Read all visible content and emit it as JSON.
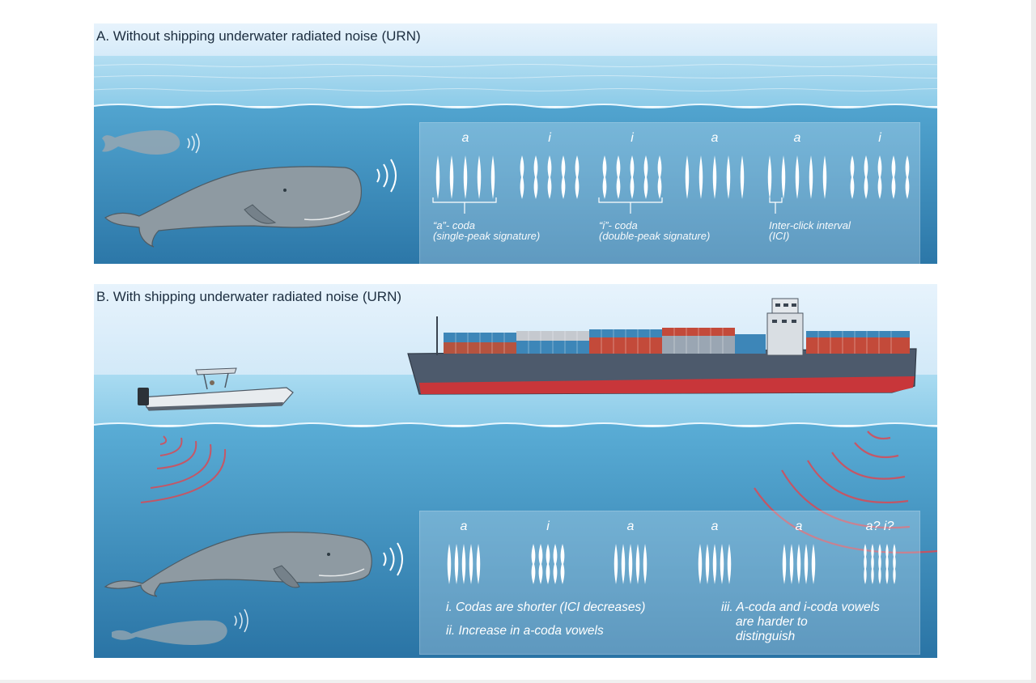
{
  "panel_a": {
    "title": "A. Without shipping underwater radiated noise (URN)",
    "codas": [
      {
        "vowel": "a",
        "type": "single"
      },
      {
        "vowel": "i",
        "type": "double"
      },
      {
        "vowel": "i",
        "type": "double"
      },
      {
        "vowel": "a",
        "type": "single"
      },
      {
        "vowel": "a",
        "type": "single"
      },
      {
        "vowel": "i",
        "type": "double"
      }
    ],
    "notes": [
      {
        "line1": "“a”- coda",
        "line2": "(single-peak signature)"
      },
      {
        "line1": "“i”- coda",
        "line2": "(double-peak signature)"
      },
      {
        "line1": "Inter-click interval",
        "line2": "(ICI)"
      }
    ]
  },
  "panel_b": {
    "title": "B. With shipping underwater radiated noise (URN)",
    "codas": [
      {
        "vowel": "a",
        "type": "single"
      },
      {
        "vowel": "i",
        "type": "double"
      },
      {
        "vowel": "a",
        "type": "single"
      },
      {
        "vowel": "a",
        "type": "single"
      },
      {
        "vowel": "a",
        "type": "single"
      },
      {
        "vowel": "a? i?",
        "type": "ambiguous"
      }
    ],
    "effects": {
      "i": "i. Codas are shorter (ICI decreases)",
      "ii": "ii. Increase in a-coda vowels",
      "iii_line1": "iii. A-coda and i-coda vowels",
      "iii_line2": "are harder to",
      "iii_line3": "distinguish"
    }
  },
  "colors": {
    "sky": "#dbeefb",
    "water_surface": "#8ccbe8",
    "water_deep": "#2d7bab",
    "whale": "#8e9aa2",
    "noise_arc": "#d94a55",
    "ship_hull": "#4d5a6c",
    "ship_keel": "#c8363a",
    "text_dark": "#1c2d3f"
  },
  "icons": [
    "sperm-whale-icon",
    "calf-whale-icon",
    "click-sound-icon",
    "container-ship-icon",
    "speedboat-icon",
    "noise-wave-icon"
  ]
}
